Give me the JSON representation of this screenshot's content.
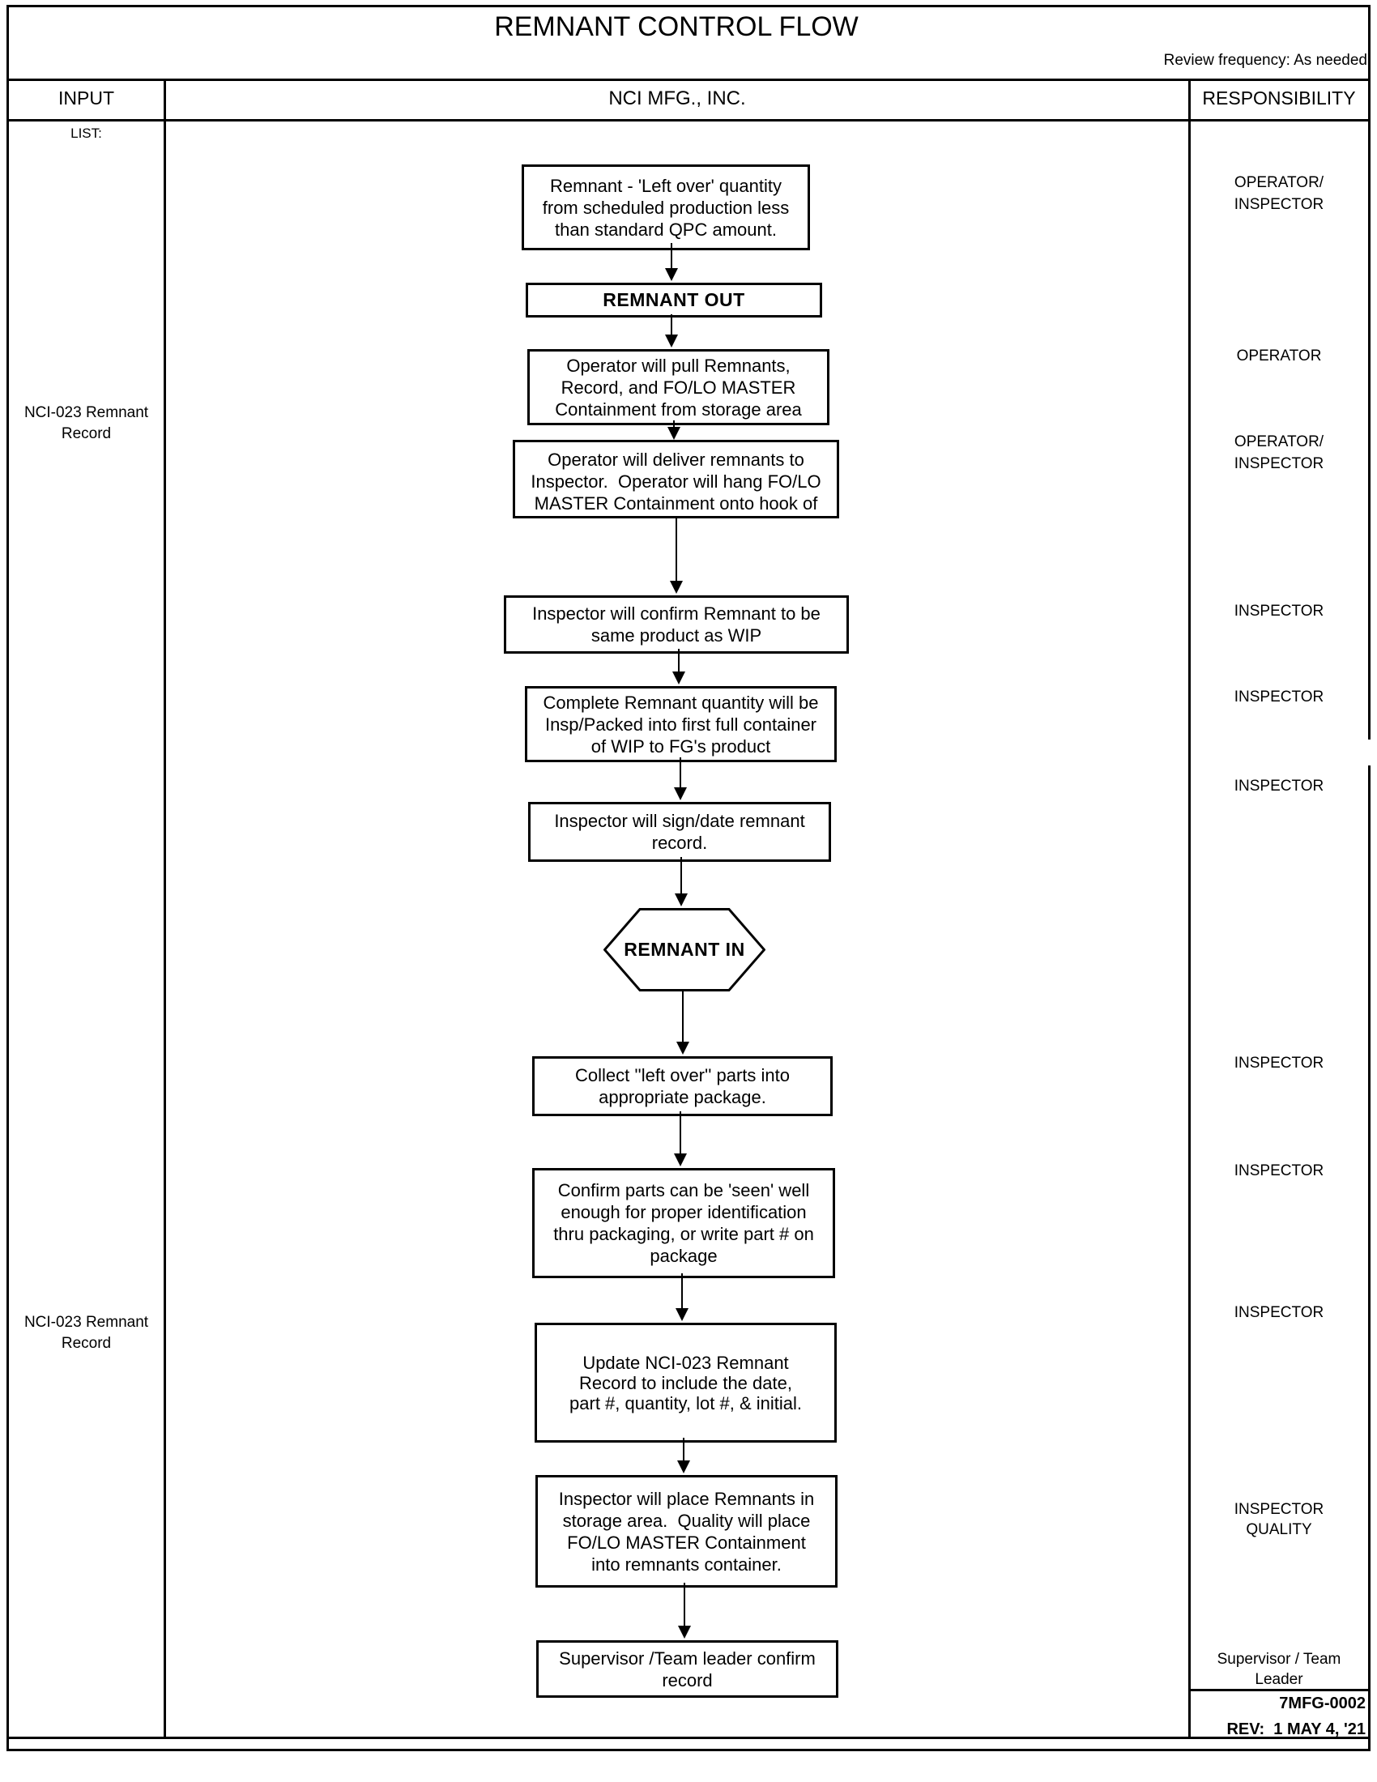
{
  "title": "REMNANT CONTROL FLOW",
  "review_frequency": "Review frequency: As needed",
  "header": {
    "input": "INPUT",
    "company": "NCI MFG., INC.",
    "responsibility": "RESPONSIBILITY"
  },
  "input_column": {
    "list_label": "LIST:",
    "records": [
      {
        "text": "NCI-023 Remnant\nRecord"
      },
      {
        "text": "NCI-023 Remnant\nRecord"
      }
    ]
  },
  "flow": {
    "steps": [
      {
        "type": "process",
        "text": "Remnant - 'Left over' quantity\nfrom scheduled production less\nthan standard QPC amount."
      },
      {
        "type": "terminator",
        "text": "REMNANT OUT"
      },
      {
        "type": "process",
        "text": "Operator will pull Remnants,\nRecord, and FO/LO MASTER\nContainment from storage area"
      },
      {
        "type": "process",
        "text": "Operator will deliver remnants to\nInspector.  Operator will hang FO/LO\nMASTER Containment onto hook of"
      },
      {
        "type": "process",
        "text": "Inspector will confirm Remnant to be\nsame product as WIP"
      },
      {
        "type": "process",
        "text": "Complete Remnant quantity will be\nInsp/Packed into first full container\nof WIP to FG's product"
      },
      {
        "type": "process",
        "text": "Inspector will sign/date remnant\nrecord."
      },
      {
        "type": "hexagon",
        "text": "REMNANT IN"
      },
      {
        "type": "process",
        "text": "Collect ''left over'' parts into\nappropriate package."
      },
      {
        "type": "process",
        "text": "Confirm parts can be 'seen' well\nenough for proper identification\nthru packaging, or write part # on\npackage"
      },
      {
        "type": "process",
        "text": "Update NCI-023 Remnant\nRecord to include the date,\npart #, quantity, lot #, & initial."
      },
      {
        "type": "process",
        "text": "Inspector will place Remnants in\nstorage area.  Quality will place\nFO/LO MASTER Containment\ninto remnants container."
      },
      {
        "type": "process",
        "text": "Supervisor /Team leader confirm\nrecord"
      }
    ]
  },
  "responsibilities": [
    {
      "text": "OPERATOR/\nINSPECTOR"
    },
    {
      "text": "OPERATOR"
    },
    {
      "text": "OPERATOR/\nINSPECTOR"
    },
    {
      "text": "INSPECTOR"
    },
    {
      "text": "INSPECTOR"
    },
    {
      "text": "INSPECTOR"
    },
    {
      "text": "INSPECTOR"
    },
    {
      "text": "INSPECTOR"
    },
    {
      "text": "INSPECTOR"
    },
    {
      "text": "INSPECTOR\nQUALITY"
    },
    {
      "text": "Supervisor / Team\nLeader"
    }
  ],
  "footer": {
    "doc_number": "7MFG-0002",
    "revision": "REV:  1 MAY 4, '21"
  },
  "colors": {
    "ink": "#000000",
    "paper": "#ffffff"
  }
}
